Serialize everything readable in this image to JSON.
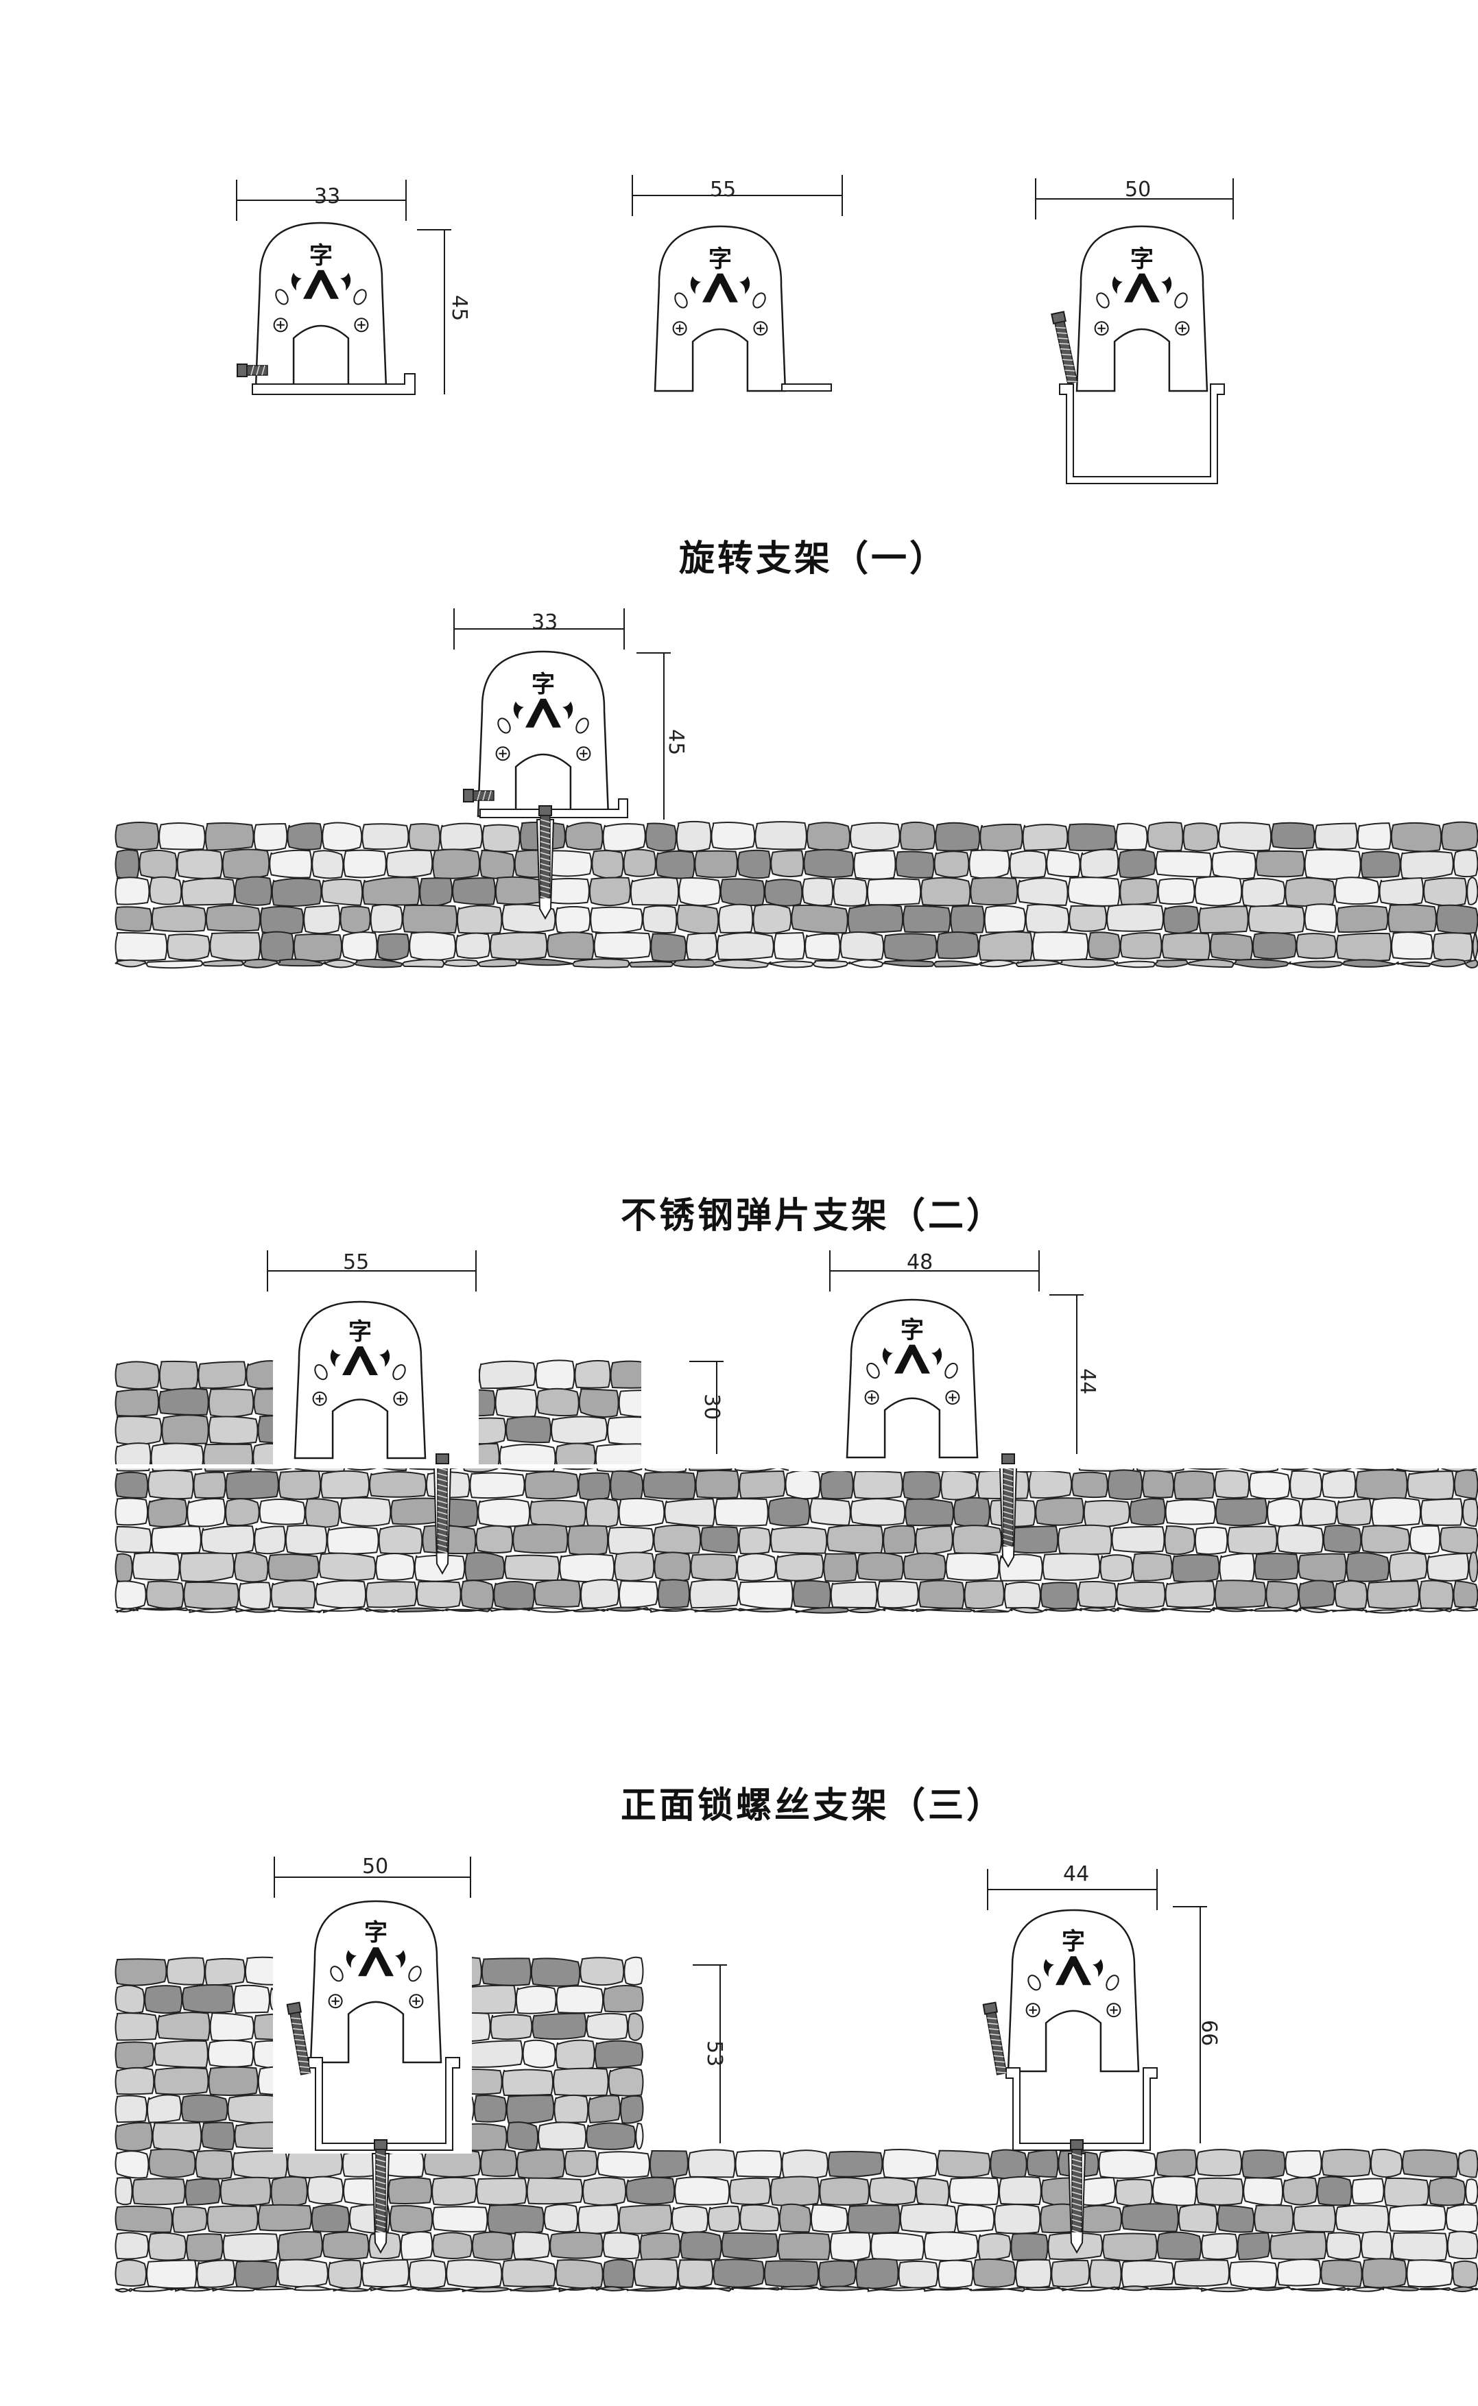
{
  "headings": {
    "section1": "旋转支架（一）",
    "section2": "不锈钢弹片支架（二）",
    "section3": "正面锁螺丝支架（三）"
  },
  "top_row": {
    "bracket1": {
      "width": "33",
      "height": "45"
    },
    "bracket2": {
      "width": "55"
    },
    "bracket3": {
      "width": "50"
    }
  },
  "section1": {
    "width": "33",
    "height": "45"
  },
  "section2": {
    "left": {
      "width": "55",
      "depth": "30"
    },
    "right": {
      "width": "48",
      "height": "44"
    }
  },
  "section3": {
    "left": {
      "width": "50",
      "depth": "53"
    },
    "right": {
      "width": "44",
      "height": "66"
    }
  },
  "logo_glyph": "字",
  "colors": {
    "line": "#1a1a1a",
    "stone_light": "#e6e6e6",
    "stone_mid": "#bdbdbd",
    "stone_dark": "#8f8f8f"
  }
}
